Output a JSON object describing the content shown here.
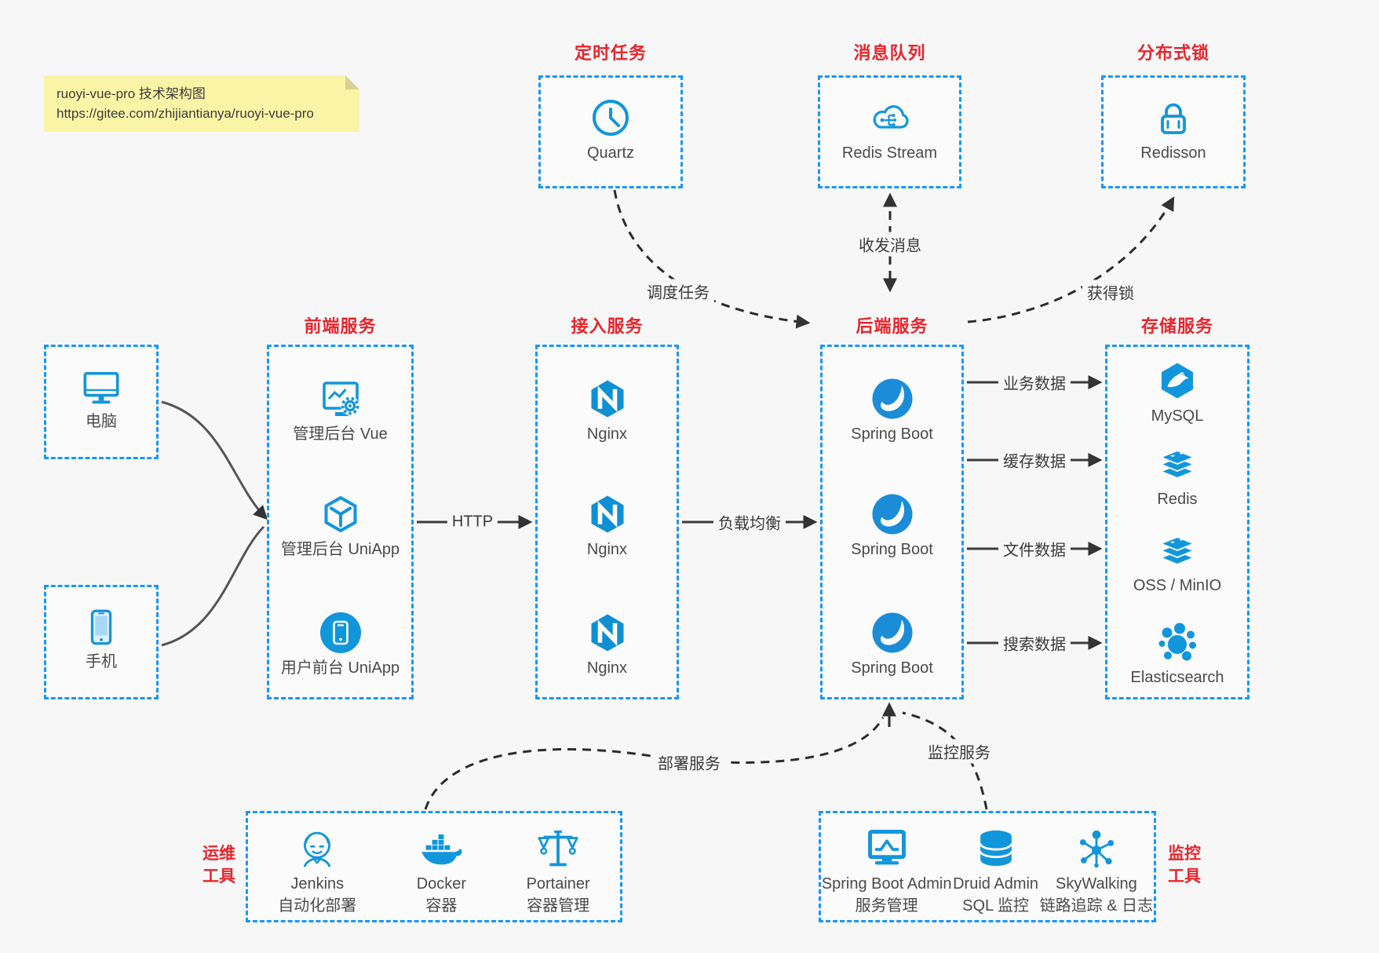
{
  "note": {
    "line1": "ruoyi-vue-pro 技术架构图",
    "line2": "https://gitee.com/zhijiantianya/ruoyi-vue-pro"
  },
  "colors": {
    "accent_blue": "#1296db",
    "border_blue": "#1797fb",
    "title_red": "#e8252c",
    "arrow_dark": "#3b3b3b",
    "note_yellow": "#faf5a6",
    "background": "#f7f7f7"
  },
  "groups": {
    "scheduler": {
      "title": "定时任务",
      "items": [
        {
          "icon": "clock-icon",
          "label": "Quartz"
        }
      ]
    },
    "mq": {
      "title": "消息队列",
      "items": [
        {
          "icon": "cloud-stream-icon",
          "label": "Redis Stream"
        }
      ]
    },
    "lock": {
      "title": "分布式锁",
      "items": [
        {
          "icon": "lock-icon",
          "label": "Redisson"
        }
      ]
    },
    "frontend": {
      "title": "前端服务",
      "items": [
        {
          "icon": "admin-vue-icon",
          "label": "管理后台 Vue"
        },
        {
          "icon": "uniapp-cube-icon",
          "label": "管理后台 UniApp"
        },
        {
          "icon": "mobile-app-icon",
          "label": "用户前台 UniApp"
        }
      ]
    },
    "gateway": {
      "title": "接入服务",
      "items": [
        {
          "icon": "nginx-icon",
          "label": "Nginx"
        },
        {
          "icon": "nginx-icon",
          "label": "Nginx"
        },
        {
          "icon": "nginx-icon",
          "label": "Nginx"
        }
      ]
    },
    "backend": {
      "title": "后端服务",
      "items": [
        {
          "icon": "spring-boot-icon",
          "label": "Spring Boot"
        },
        {
          "icon": "spring-boot-icon",
          "label": "Spring Boot"
        },
        {
          "icon": "spring-boot-icon",
          "label": "Spring Boot"
        }
      ]
    },
    "storage": {
      "title": "存储服务",
      "items": [
        {
          "icon": "mysql-icon",
          "label": "MySQL"
        },
        {
          "icon": "redis-icon",
          "label": "Redis"
        },
        {
          "icon": "oss-minio-icon",
          "label": "OSS / MinIO"
        },
        {
          "icon": "elasticsearch-icon",
          "label": "Elasticsearch"
        }
      ]
    },
    "clients": {
      "items": [
        {
          "icon": "desktop-icon",
          "label": "电脑"
        },
        {
          "icon": "smartphone-icon",
          "label": "手机"
        }
      ]
    },
    "devops": {
      "title_line1": "运维",
      "title_line2": "工具",
      "items": [
        {
          "icon": "jenkins-icon",
          "label": "Jenkins",
          "sublabel": "自动化部署"
        },
        {
          "icon": "docker-icon",
          "label": "Docker",
          "sublabel": "容器"
        },
        {
          "icon": "portainer-icon",
          "label": "Portainer",
          "sublabel": "容器管理"
        }
      ]
    },
    "monitoring": {
      "title_line1": "监控",
      "title_line2": "工具",
      "items": [
        {
          "icon": "spring-boot-admin-icon",
          "label": "Spring Boot Admin",
          "sublabel": "服务管理"
        },
        {
          "icon": "druid-icon",
          "label": "Druid Admin",
          "sublabel": "SQL 监控"
        },
        {
          "icon": "skywalking-icon",
          "label": "SkyWalking",
          "sublabel": "链路追踪 & 日志"
        }
      ]
    }
  },
  "edges": {
    "http": "HTTP",
    "load_balance": "负载均衡",
    "schedule_task": "调度任务",
    "send_receive_message": "收发消息",
    "acquire_lock": "获得锁",
    "business_data": "业务数据",
    "cache_data": "缓存数据",
    "file_data": "文件数据",
    "search_data": "搜索数据",
    "deploy_service": "部署服务",
    "monitor_service": "监控服务"
  }
}
